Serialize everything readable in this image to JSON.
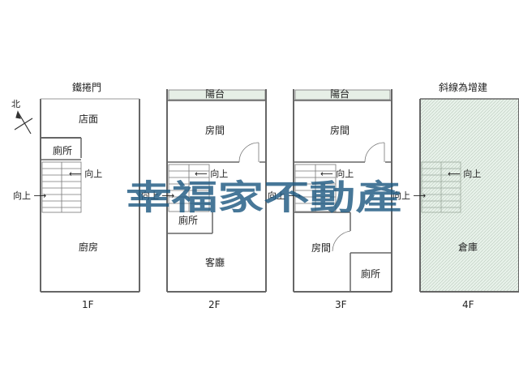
{
  "north": "北",
  "watermark": "幸福家不動產",
  "up": "向上",
  "floors": {
    "f1": {
      "label": "1F",
      "top": "鐵捲門",
      "shop": "店面",
      "wc": "廁所",
      "kitchen": "廚房"
    },
    "f2": {
      "label": "2F",
      "top": "陽台",
      "room": "房間",
      "wc": "廁所",
      "living": "客廳"
    },
    "f3": {
      "label": "3F",
      "top": "陽台",
      "room1": "房間",
      "room2": "房間",
      "wc": "廁所"
    },
    "f4": {
      "label": "4F",
      "top": "斜線為增建",
      "storage": "倉庫"
    }
  },
  "colors": {
    "wall": "#666666",
    "balcony": "#e6efe6",
    "extension": "#e8f2ea",
    "watermark": "#1f5a82"
  }
}
